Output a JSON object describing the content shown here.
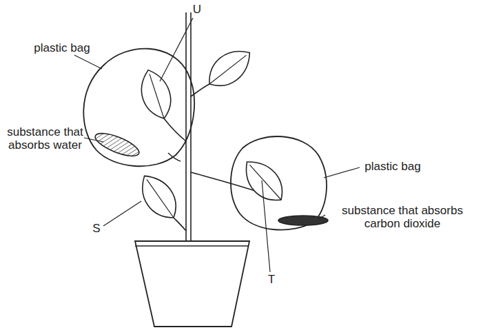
{
  "diagram": {
    "labels": [
      "U",
      "plastic bag",
      "substance that absorbs water",
      "S",
      "plastic bag",
      "substance that absorbs carbon dioxide",
      "T"
    ]
  }
}
